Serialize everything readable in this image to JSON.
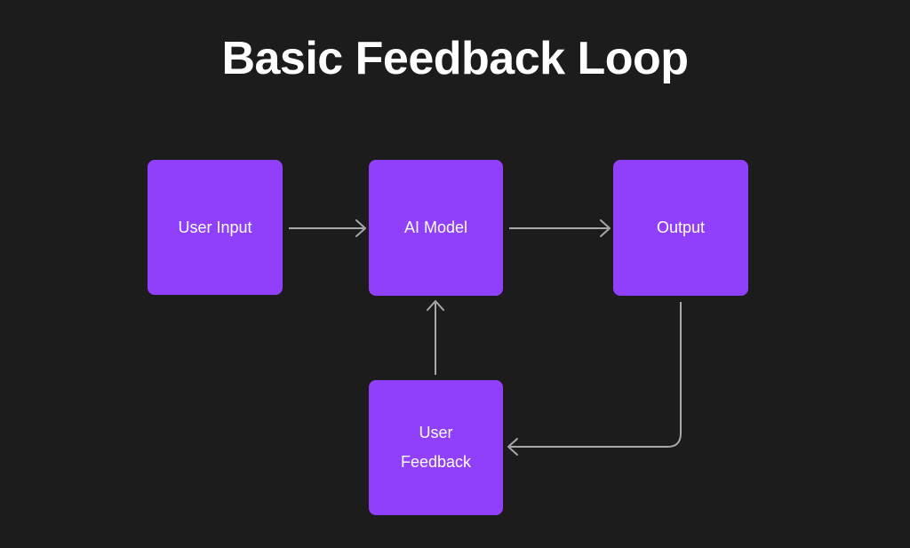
{
  "diagram": {
    "title": "Basic Feedback Loop",
    "background_color": "#1c1c1c",
    "node_color": "#9040fa",
    "node_text_color": "#ffffff",
    "edge_color": "#a8a8a8",
    "nodes": [
      {
        "id": "user-input",
        "label": "User Input"
      },
      {
        "id": "ai-model",
        "label": "AI Model"
      },
      {
        "id": "output",
        "label": "Output"
      },
      {
        "id": "user-feedback",
        "label": "User\nFeedback"
      }
    ],
    "edges": [
      {
        "from": "User Input",
        "to": "AI Model",
        "style": "straight-arrow",
        "direction": "right"
      },
      {
        "from": "AI Model",
        "to": "Output",
        "style": "straight-arrow",
        "direction": "right"
      },
      {
        "from": "User Feedback",
        "to": "AI Model",
        "style": "straight-arrow",
        "direction": "up"
      },
      {
        "from": "Output",
        "to": "User Feedback",
        "style": "elbow-arrow",
        "direction": "down-then-left"
      }
    ]
  }
}
